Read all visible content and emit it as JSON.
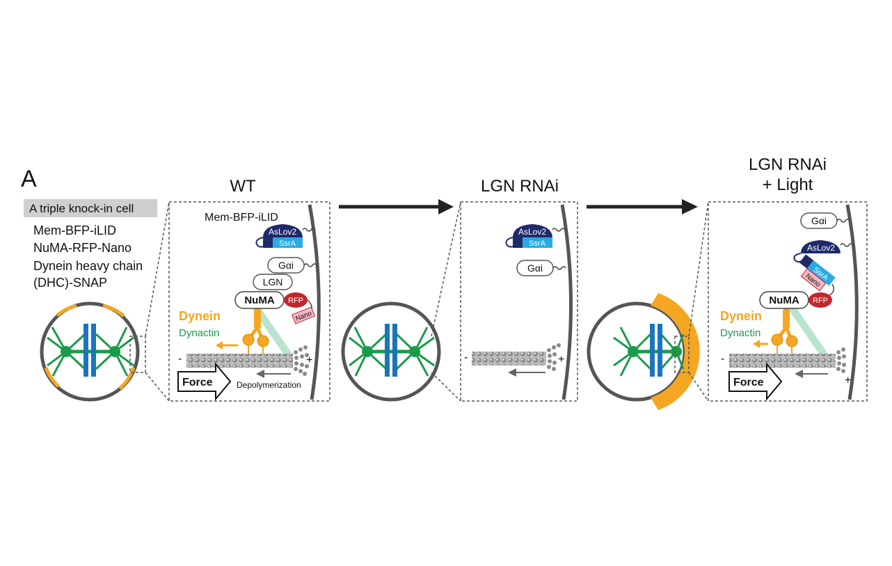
{
  "panel_letter": "A",
  "legend": {
    "title": "A triple knock-in cell",
    "lines": [
      "Mem-BFP-iLID",
      "NuMA-RFP-Nano",
      "Dynein heavy chain",
      "(DHC)-SNAP"
    ]
  },
  "panels": {
    "wt": {
      "title": "WT",
      "mem_label": "Mem-BFP-iLID",
      "aslov2": "AsLov2",
      "ssra": "SsrA",
      "galphai": "Gαi",
      "lgn": "LGN",
      "numa": "NuMA",
      "rfp": "RFP",
      "nano": "Nano",
      "dynein": "Dynein",
      "dynactin": "Dynactin",
      "minus": "-",
      "plus": "+",
      "force": "Force",
      "depolymerization": "Depolymerization"
    },
    "rnai": {
      "title": "LGN RNAi",
      "aslov2": "AsLov2",
      "ssra": "SsrA",
      "galphai": "Gαi",
      "minus": "-",
      "plus": "+"
    },
    "light": {
      "title_line1": "LGN RNAi",
      "title_line2": "+ Light",
      "galphai": "Gαi",
      "aslov2": "AsLov2",
      "ssra": "SsrA",
      "nano": "Nano",
      "numa": "NuMA",
      "rfp": "RFP",
      "dynein": "Dynein",
      "dynactin": "Dynactin",
      "minus": "-",
      "plus": "+",
      "force": "Force"
    }
  },
  "colors": {
    "dynein_orange": "#f5a623",
    "dynactin_green": "#1a9a4a",
    "spindle_blue": "#1b75bc",
    "aslov2_navy": "#1f2a6b",
    "ssra_cyan": "#29abe2",
    "rfp_red": "#c1272d",
    "nano_pink": "#f4b6c2",
    "cortex_gray": "#555555"
  }
}
